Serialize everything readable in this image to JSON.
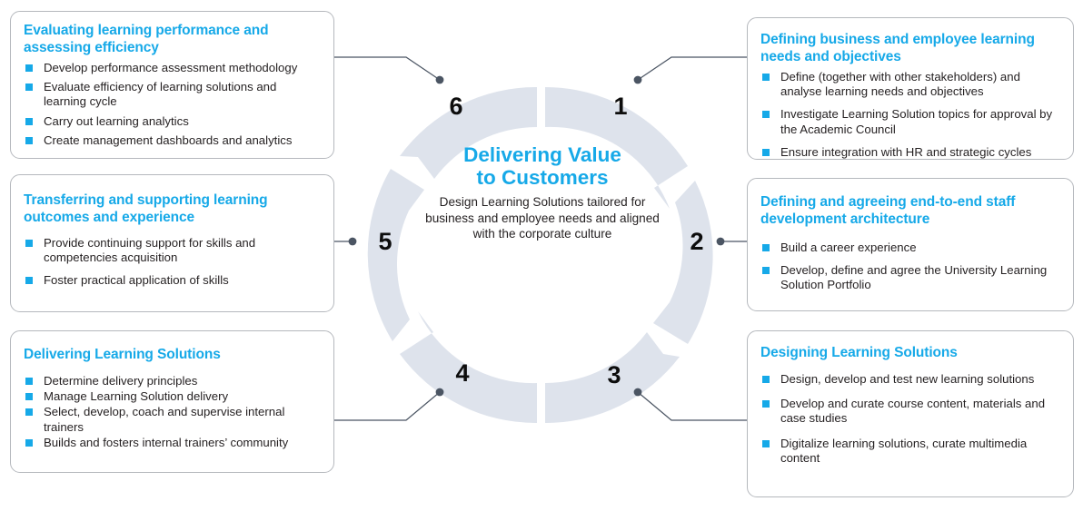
{
  "theme": {
    "accent_blue": "#16a9e8",
    "arc_fill": "#dee3ec",
    "connector_gray": "#4b5563",
    "card_border": "#b5b8bd",
    "body_text": "#231f20"
  },
  "hub": {
    "title_line1": "Delivering Value",
    "title_line2": "to Customers",
    "subtitle": "Design Learning Solutions tailored for business and employee needs and aligned with the corporate culture"
  },
  "steps": [
    {
      "number": "1",
      "side": "right",
      "title": "Defining business and employee learning needs and objectives",
      "bullets": [
        "Define (together with other stakeholders) and analyse learning needs and objectives",
        "Investigate Learning Solution topics for approval by the Academic Council",
        "Ensure integration with HR and strategic cycles"
      ]
    },
    {
      "number": "2",
      "side": "right",
      "title": "Defining and agreeing end-to-end staff development architecture",
      "bullets": [
        "Build a career experience",
        "Develop, define and agree the University Learning Solution Portfolio"
      ]
    },
    {
      "number": "3",
      "side": "right",
      "title": "Designing Learning Solutions",
      "bullets": [
        "Design, develop and test new learning solutions",
        "Develop and curate course content, materials and case studies",
        "Digitalize learning solutions, curate multimedia content"
      ]
    },
    {
      "number": "4",
      "side": "left",
      "title": "Delivering Learning Solutions",
      "bullets": [
        "Determine delivery principles",
        "Manage Learning Solution delivery",
        "Select, develop, coach and supervise internal trainers",
        "Builds and fosters internal trainers’ community"
      ]
    },
    {
      "number": "5",
      "side": "left",
      "title": "Transferring and supporting learning outcomes and experience",
      "bullets": [
        "Provide continuing support for skills and competencies acquisition",
        "Foster practical application of skills"
      ]
    },
    {
      "number": "6",
      "side": "left",
      "title": "Evaluating learning performance and assessing efficiency",
      "bullets": [
        "Develop performance assessment methodology",
        "Evaluate efficiency of learning solutions and learning cycle",
        "Carry out learning analytics",
        "Create management dashboards and analytics"
      ]
    }
  ]
}
